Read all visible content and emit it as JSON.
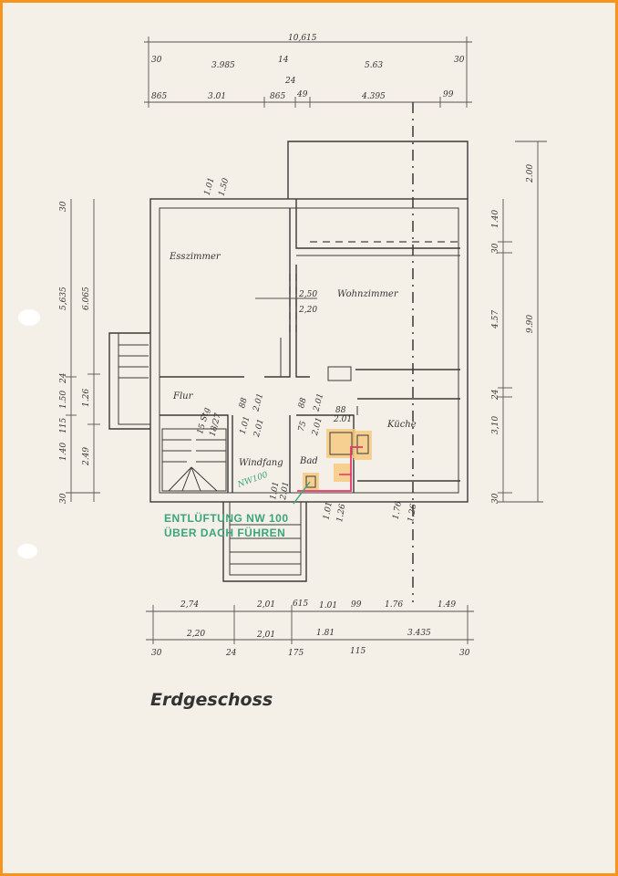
{
  "title": "Erdgeschoss",
  "colors": {
    "border": "#f7941d",
    "paper": "#f4f0e7",
    "stamp": "#3aa57a",
    "vent_line": "#e8336e",
    "fixture_highlight": "#f5c87a"
  },
  "rooms": {
    "dining": "Esszimmer",
    "living": "Wohnzimmer",
    "hall": "Flur",
    "kitchen": "Küche",
    "vestibule": "Windfang",
    "bath": "Bad"
  },
  "stamp": {
    "line1": "ENTLÜFTUNG NW 100",
    "line2": "ÜBER DACH FÜHREN",
    "pipe_note": "NW100"
  },
  "dims_top": {
    "overall": "10,615",
    "row2": [
      "30",
      "3.985",
      "14",
      "24",
      "5.63",
      "30"
    ],
    "row3": [
      "865",
      "3.01",
      "865",
      "49",
      "4.395",
      "99"
    ]
  },
  "dims_bottom": {
    "row1": [
      "2,74",
      "2,01",
      "615",
      "1.01",
      "99",
      "1.76",
      "1.49"
    ],
    "row2": [
      "2,20",
      "2,01",
      "1.81",
      "3.435"
    ],
    "row3": [
      "30",
      "24",
      "175",
      "115",
      "30"
    ]
  },
  "dims_left": {
    "col1": [
      "30",
      "5,635",
      "24",
      "1.50",
      "115",
      "1.40",
      "30"
    ],
    "col2": [
      "6.065",
      "1.26",
      "2.49"
    ]
  },
  "dims_right": {
    "col1": [
      "1.40",
      "30",
      "4.57",
      "24",
      "3,10",
      "30"
    ],
    "col2": [
      "2.00",
      "9.90"
    ]
  },
  "openings": {
    "terrace": [
      "1.01",
      "1.50"
    ],
    "living_opening": [
      "2,50",
      "2,20"
    ],
    "flur_door": [
      "88",
      "2.01"
    ],
    "flur_door2": [
      "88",
      "2.01"
    ],
    "windfang_door": [
      "1.01",
      "2.01"
    ],
    "bath_door": [
      "75",
      "2.01"
    ],
    "kitchen_door": [
      "88",
      "2.01"
    ],
    "stair": [
      "15 Stg",
      "18/27"
    ],
    "front_door": [
      "1.01",
      "2.01"
    ],
    "bath_window": [
      "1.01",
      "1.26"
    ],
    "kitchen_window": [
      "1.76",
      "1.26"
    ]
  }
}
